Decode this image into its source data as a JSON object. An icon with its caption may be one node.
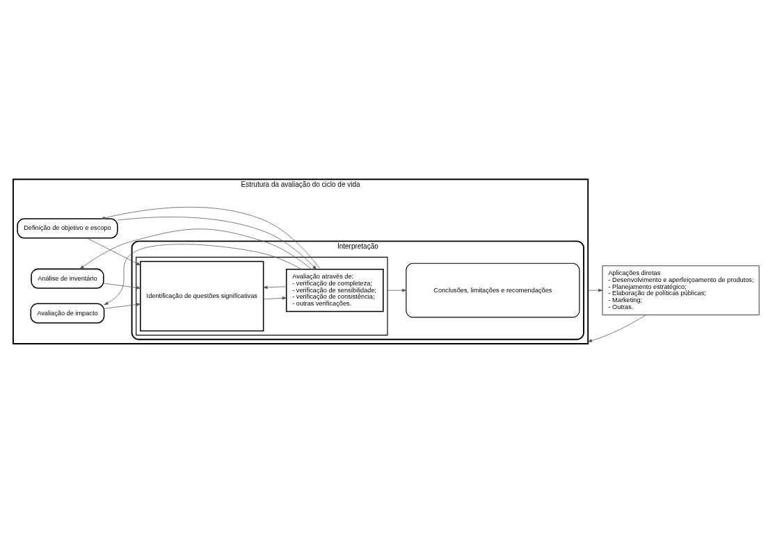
{
  "diagram": {
    "nodes": [
      {
        "text": [
          "Estrutura da avaliação do ciclo de vida"
        ]
      },
      {
        "text": [
          "Definição de objetivo e escopo"
        ],
        "in": 0
      },
      {
        "text": [
          "Análise de inventário"
        ],
        "in": 0
      },
      {
        "text": [
          "Avaliação de impacto"
        ],
        "in": 0
      },
      {
        "text": [
          "Interpretação"
        ],
        "in": 0
      },
      {
        "text": [],
        "shape": "box",
        "in": 4
      },
      {
        "text": [
          "Identificação de questões significativas"
        ],
        "in": 5
      },
      {
        "text": [
          "Avaliação através de:",
          "- verificação de completeza;",
          "- verificação de sensibilidade;",
          "- verificação de consistência;",
          "- outras verificações."
        ],
        "in": 5
      },
      {
        "text": [
          "Conclusões, limitações e recomendações"
        ],
        "in": 4
      },
      {
        "text": [
          "Aplicações diretas",
          "- Desenvolvimento e aperfeiçoamento de produtos;",
          "- Planejamento estratégico;",
          "- Elaboração de políticas públicas;",
          "- Marketing;",
          "- Outras."
        ]
      }
    ],
    "edges": [
      {
        "from": 1,
        "to": 7,
        "arrow": "to"
      },
      {
        "from": 1,
        "to": 6,
        "arrow": "to"
      },
      {
        "from": 2,
        "to": 6,
        "arrow": "to"
      },
      {
        "from": 3,
        "to": 6,
        "arrow": "to"
      },
      {
        "from": 6,
        "to": 7,
        "arrow": "to"
      },
      {
        "from": 7,
        "to": 6,
        "arrow": "to"
      },
      {
        "from": 5,
        "to": 8,
        "arrow": "to"
      },
      {
        "from": 7,
        "to": 1,
        "arrow": "to"
      },
      {
        "from": 7,
        "to": 2,
        "arrow": "to"
      },
      {
        "from": 7,
        "to": 3,
        "arrow": "to"
      },
      {
        "from": 0,
        "to": 9,
        "arrow": "to"
      },
      {
        "from": 9,
        "to": 0,
        "arrow": "to"
      }
    ]
  }
}
